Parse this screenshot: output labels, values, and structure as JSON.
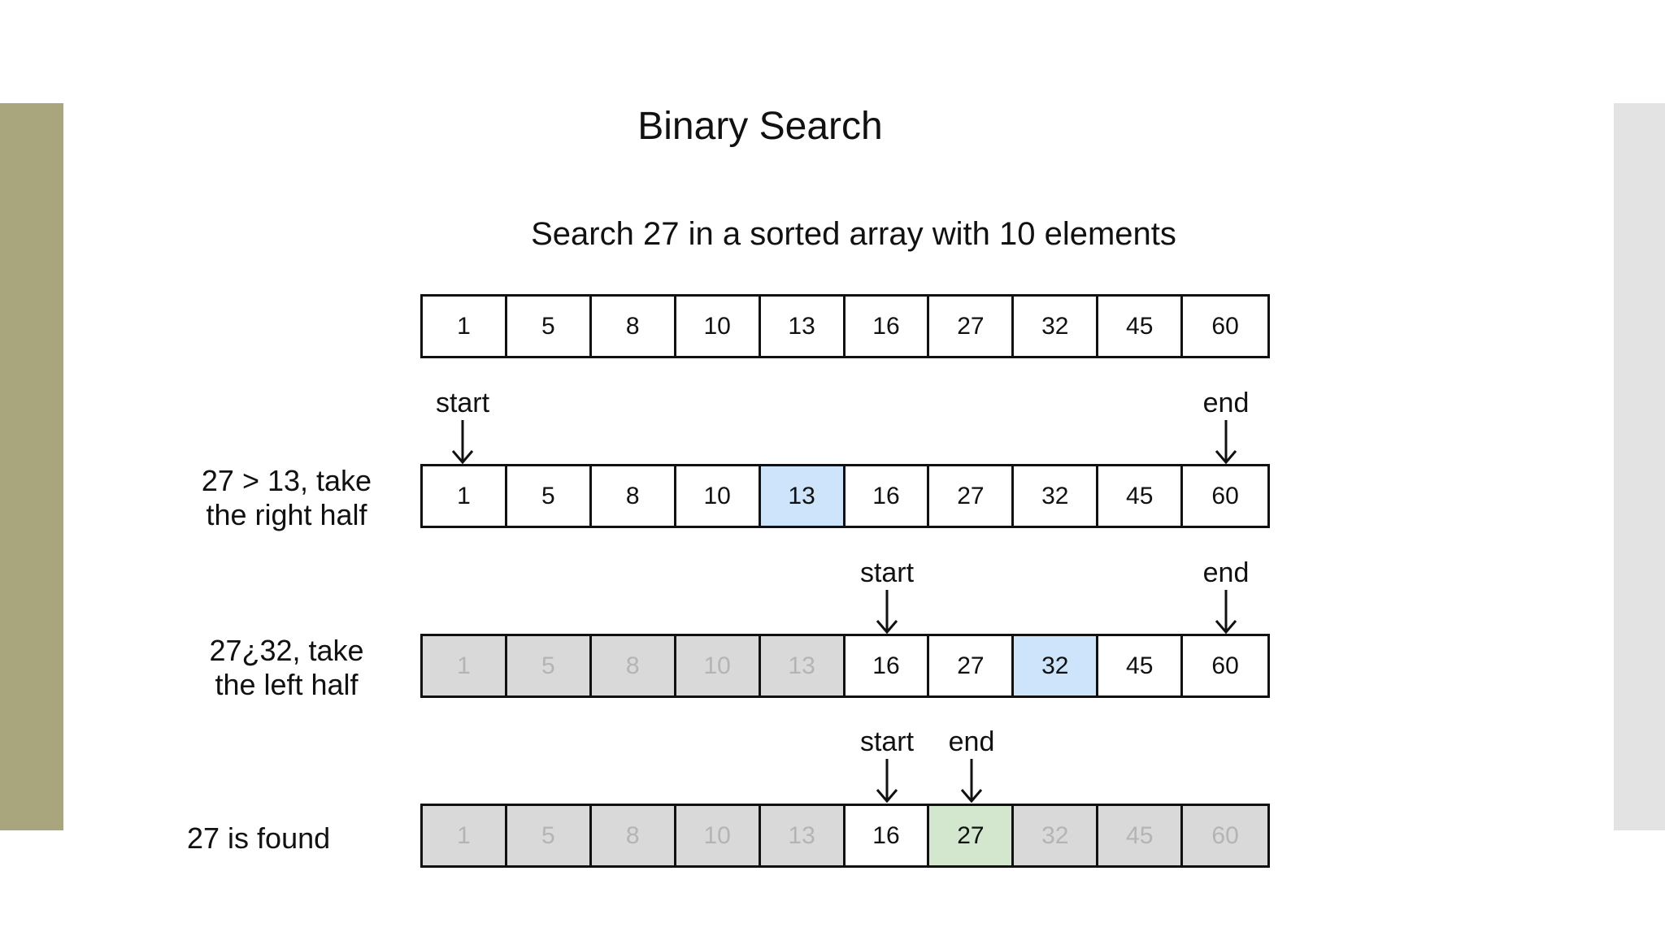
{
  "colors": {
    "left_strip": "#a9a67e",
    "right_strip": "#e3e3e3",
    "cell_default": "#ffffff",
    "cell_faded": "#d9d9d9",
    "cell_mid": "#cde4fb",
    "cell_found": "#d3e7cf"
  },
  "title": "Binary Search",
  "subtitle": "Search 27 in a sorted array with 10 elements",
  "array": [
    "1",
    "5",
    "8",
    "10",
    "13",
    "16",
    "27",
    "32",
    "45",
    "60"
  ],
  "steps": [
    {
      "note_line1": "27 > 13, take",
      "note_line2": "the right half",
      "start_label": "start",
      "end_label": "end",
      "cell_states": [
        "normal",
        "normal",
        "normal",
        "normal",
        "mid",
        "normal",
        "normal",
        "normal",
        "normal",
        "normal"
      ]
    },
    {
      "note_line1": "27¿32, take",
      "note_line2": "the left half",
      "start_label": "start",
      "end_label": "end",
      "cell_states": [
        "faded",
        "faded",
        "faded",
        "faded",
        "faded",
        "normal",
        "normal",
        "mid",
        "normal",
        "normal"
      ]
    },
    {
      "note_line1": "27 is found",
      "start_label": "start",
      "end_label": "end",
      "cell_states": [
        "faded",
        "faded",
        "faded",
        "faded",
        "faded",
        "normal",
        "found",
        "faded",
        "faded",
        "faded"
      ]
    }
  ]
}
